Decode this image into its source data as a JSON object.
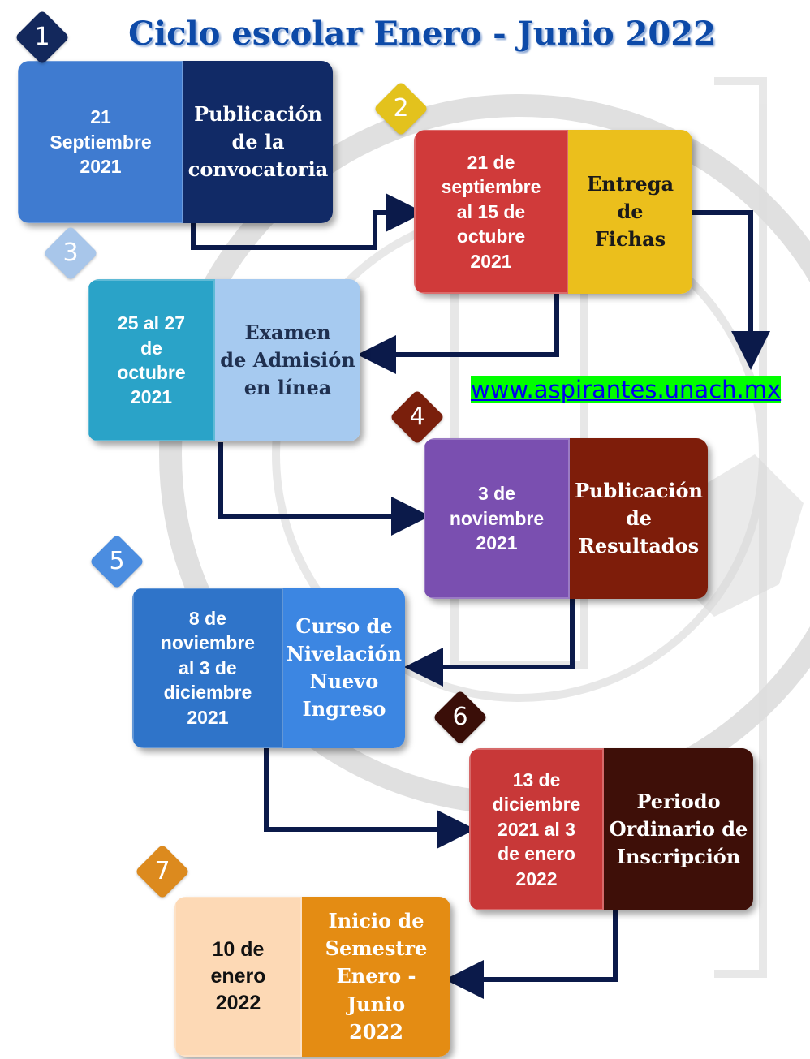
{
  "title": "Ciclo escolar Enero - Junio 2022",
  "link_text": "www.aspirantes.unach.mx",
  "steps": [
    {
      "number": "1",
      "date": "21\nSeptiembre\n2021",
      "description": "Publicación\nde la\nconvocatoria"
    },
    {
      "number": "2",
      "date": "21 de\nseptiembre\nal 15 de\noctubre\n2021",
      "description": "Entrega\nde\nFichas"
    },
    {
      "number": "3",
      "date": "25 al 27\nde\noctubre\n2021",
      "description": "Examen\nde Admisión\nen línea"
    },
    {
      "number": "4",
      "date": "3 de\nnoviembre\n2021",
      "description": "Publicación\nde\nResultados"
    },
    {
      "number": "5",
      "date": "8 de\nnoviembre\nal 3 de\ndiciembre\n2021",
      "description": "Curso de\nNivelación\nNuevo\nIngreso"
    },
    {
      "number": "6",
      "date": "13 de\ndiciembre\n2021 al 3\nde enero\n2022",
      "description": "Periodo\nOrdinario de\nInscripción"
    },
    {
      "number": "7",
      "date": "10 de\nenero\n2022",
      "description": "Inicio de\nSemestre\nEnero - Junio\n2022"
    }
  ],
  "colors": {
    "title": "#0d4aa8",
    "diamonds": [
      "#13285c",
      "#e3c21d",
      "#a8c6ea",
      "#7a1f0c",
      "#4b8de0",
      "#3a0e08",
      "#dc8a1e"
    ],
    "step_date_bg": [
      "#3f7bd0",
      "#d03a3a",
      "#2aa3c8",
      "#7a4fb0",
      "#2f74c9",
      "#c83838",
      "#fdd9b5"
    ],
    "step_desc_bg": [
      "#112a66",
      "#ebbf1c",
      "#a6caf0",
      "#7e1d0a",
      "#3c86e2",
      "#3e0f08",
      "#e48c13"
    ],
    "step_desc_text": [
      "#ffffff",
      "#1a1a1a",
      "#1f3050",
      "#ffffff",
      "#ffffff",
      "#ffffff",
      "#ffffff"
    ],
    "step_date_text": [
      "#ffffff",
      "#ffffff",
      "#ffffff",
      "#ffffff",
      "#ffffff",
      "#ffffff",
      "#111111"
    ],
    "connector": "#0b1a4a",
    "link_highlight": "#00ff00"
  }
}
